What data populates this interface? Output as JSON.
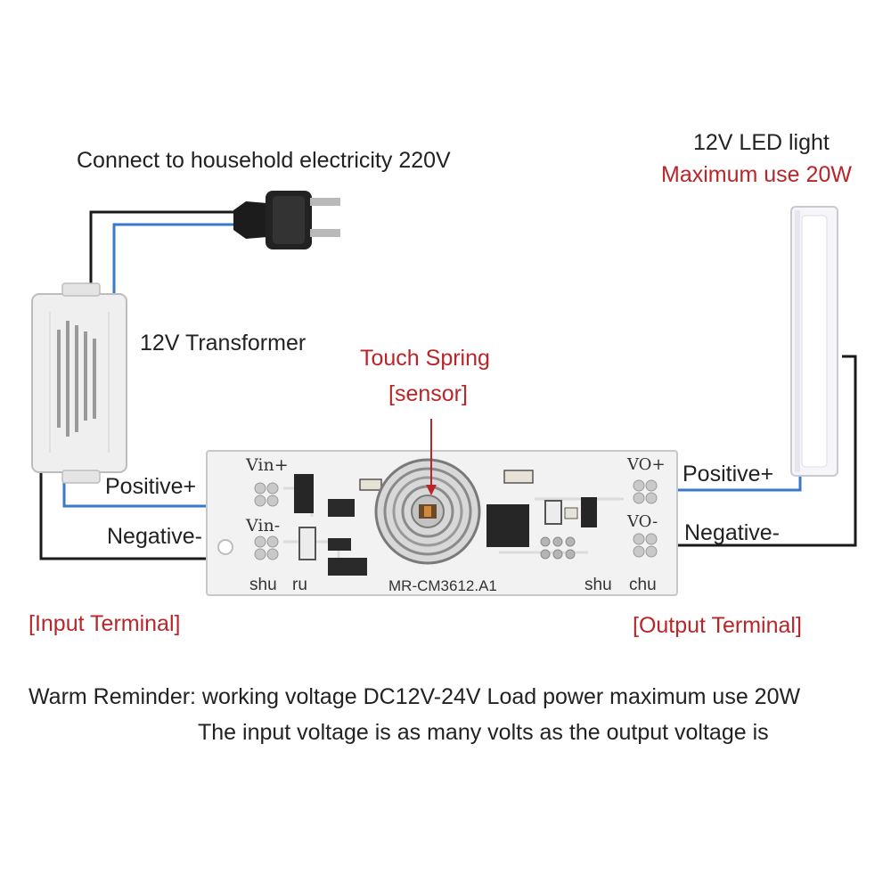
{
  "labels": {
    "mains": "Connect to household electricity 220V",
    "led_light": "12V LED light",
    "max_use": "Maximum use 20W",
    "transformer": "12V Transformer",
    "touch_spring": "Touch Spring",
    "sensor": "[sensor]",
    "positive_in": "Positive+",
    "negative_in": "Negative-",
    "positive_out": "Positive+",
    "negative_out": "Negative-",
    "input_terminal": "[Input Terminal]",
    "output_terminal": "[Output Terminal]",
    "reminder_line1": "Warm Reminder: working voltage DC12V-24V Load power maximum use 20W",
    "reminder_line2": "The input voltage is as many volts as the output voltage is"
  },
  "pcb": {
    "vin_plus": "Vin+",
    "vin_minus": "Vin-",
    "vo_plus": "VO+",
    "vo_minus": "VO-",
    "shu_left": "shu",
    "ru": "ru",
    "model": "MR-CM3612.A1",
    "shu_right": "shu",
    "chu": "chu"
  },
  "colors": {
    "wire_black": "#1a1a1a",
    "wire_blue": "#3a78c8",
    "label_red": "#b8262a",
    "pcb_white": "#f2f2f2"
  }
}
